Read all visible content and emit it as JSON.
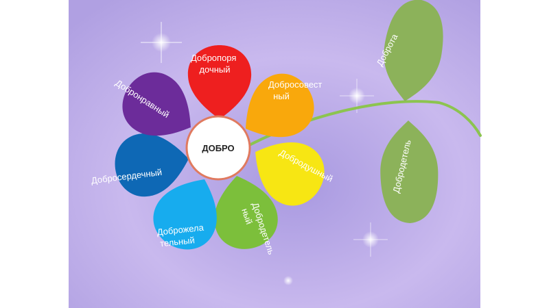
{
  "diagram": {
    "center": {
      "label": "ДОБРО"
    },
    "petals": [
      {
        "id": "red",
        "color": "#ee1f1f",
        "lines": [
          "Добропоря",
          "дочный"
        ]
      },
      {
        "id": "orange",
        "color": "#f9a80c",
        "lines": [
          "Добросовест",
          "ный"
        ]
      },
      {
        "id": "yellow",
        "color": "#f7e613",
        "lines": [
          "Добродушный"
        ]
      },
      {
        "id": "green",
        "color": "#7cbf3b",
        "lines": [
          "Добродетель",
          "ный"
        ]
      },
      {
        "id": "cyan",
        "color": "#17acee",
        "lines": [
          "Доброжела",
          "тельный"
        ]
      },
      {
        "id": "blue",
        "color": "#0e68b5",
        "lines": [
          "Добросердечный"
        ]
      },
      {
        "id": "purple",
        "color": "#6c2c9a",
        "lines": [
          "Добронравный"
        ]
      }
    ],
    "leaves": [
      {
        "id": "top",
        "color": "#8cb25a",
        "lines": [
          "Доброта"
        ]
      },
      {
        "id": "bottom",
        "color": "#8cb25a",
        "lines": [
          "Добродетель"
        ]
      }
    ],
    "stem_color": "#8cc44f",
    "center_fill": "#ffffff",
    "center_stroke": "#e07a5f",
    "background_colors": [
      "#a899e0",
      "#c9b9ee",
      "#b0a0e2"
    ]
  }
}
